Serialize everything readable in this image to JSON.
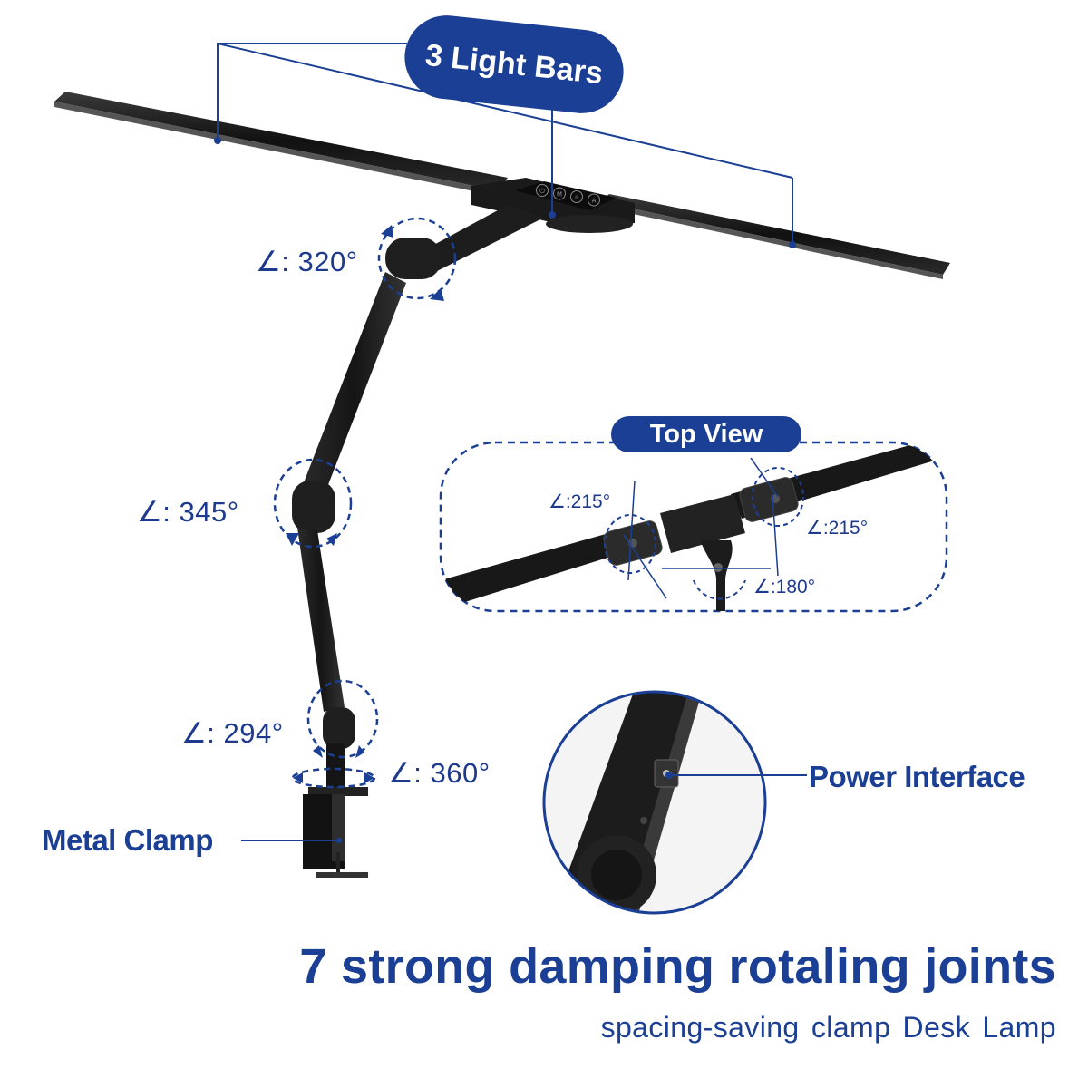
{
  "labels": {
    "light_bars": "3 Light Bars",
    "top_view": "Top View",
    "power_interface": "Power Interface",
    "metal_clamp": "Metal Clamp"
  },
  "angles": {
    "head_joint": "∠: 320°",
    "elbow_joint": "∠: 345°",
    "lower_joint": "∠: 294°",
    "base_rotation": "∠: 360°",
    "top_view_left": "∠:215°",
    "top_view_right": "∠:215°",
    "top_view_center": "∠:180°"
  },
  "headline": "7 strong damping rotaling joints",
  "subline": "spacing-saving clamp  Desk Lamp",
  "control_buttons": [
    "power-button",
    "mode-button",
    "brightness-button",
    "auto-button"
  ],
  "control_glyphs": [
    "⏻",
    "M",
    "☼",
    "A"
  ],
  "colors": {
    "brand_blue": "#1b3f94",
    "lamp_black": "#1a1a1a",
    "background": "#ffffff"
  }
}
